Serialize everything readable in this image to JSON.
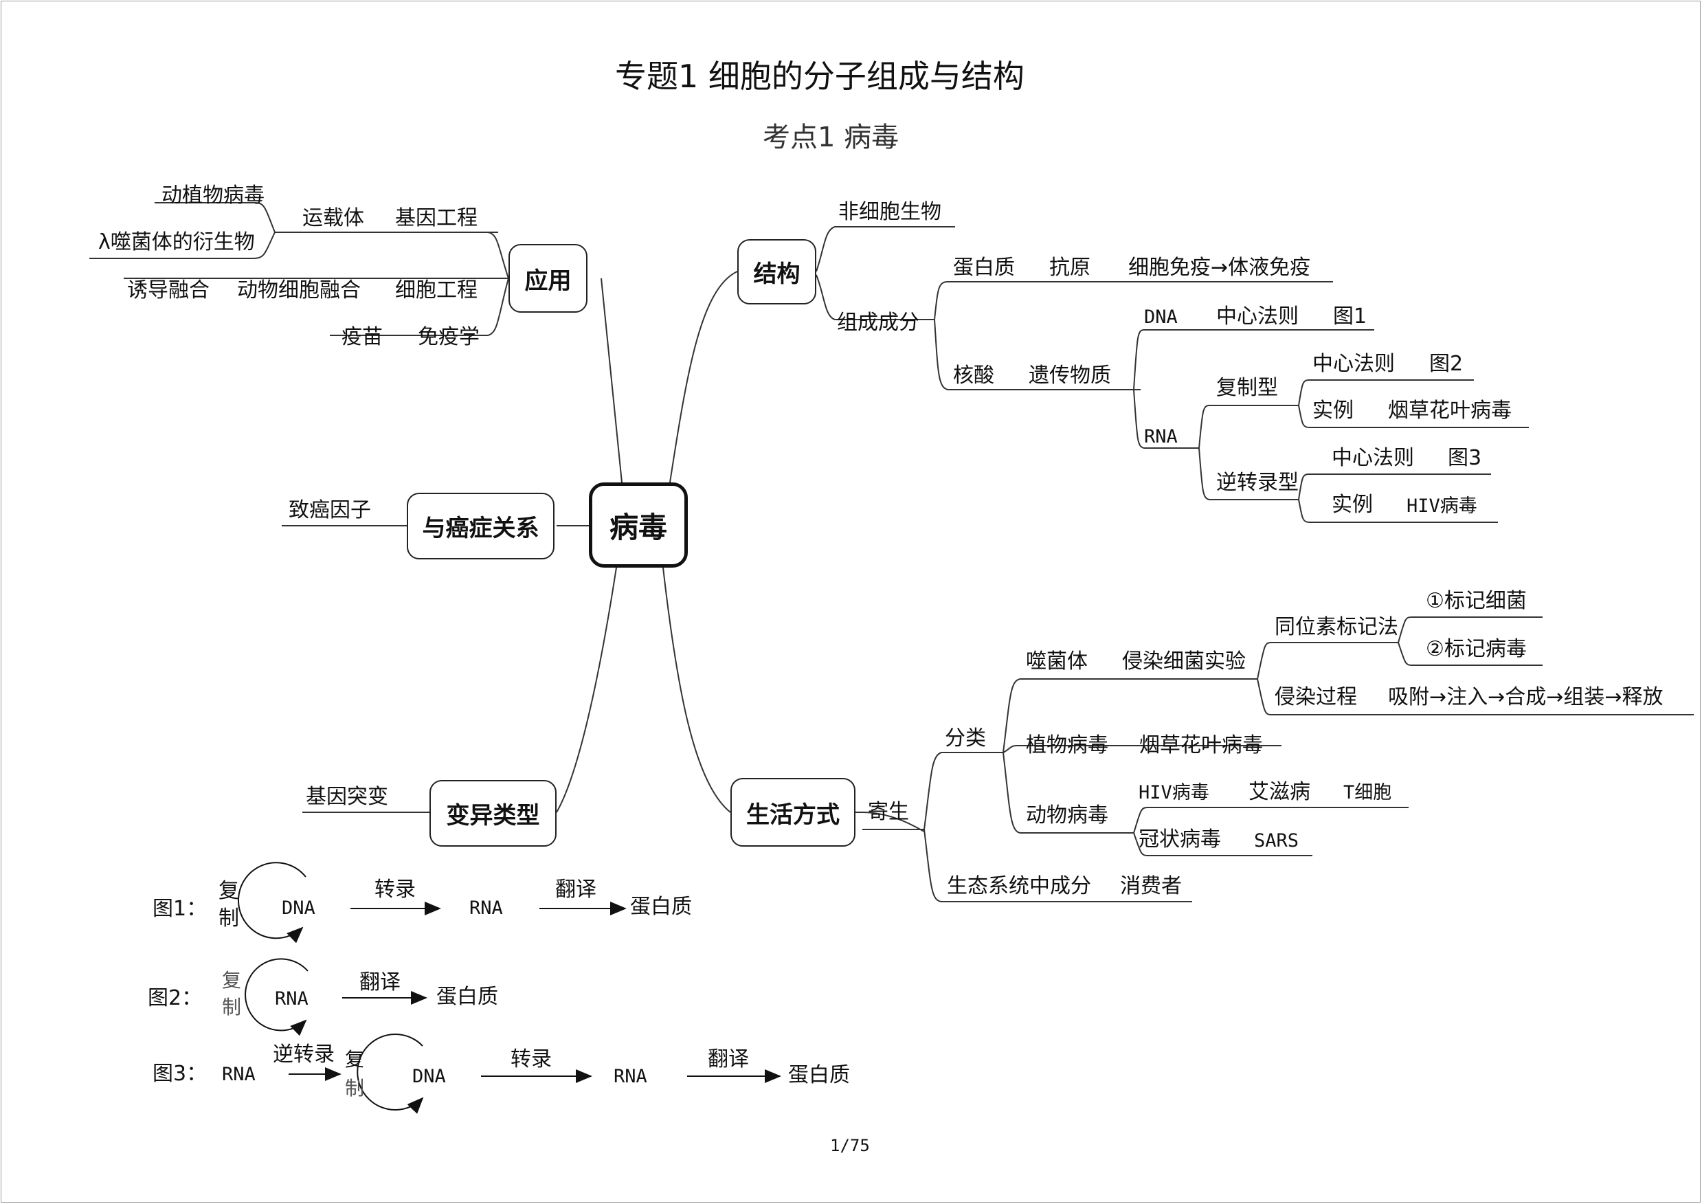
{
  "title": "专题1 细胞的分子组成与结构",
  "subtitle": "考点1 病毒",
  "center": "病毒",
  "branches": {
    "jiegou": "结构",
    "yingyong": "应用",
    "aizheng": "与癌症关系",
    "bianyi": "变异类型",
    "shenghuo": "生活方式"
  },
  "jiegou": {
    "feixibao": "非细胞生物",
    "zucheng": "组成成分",
    "danbaizhi": "蛋白质",
    "kangyuan": "抗原",
    "mianyi": "细胞免疫→体液免疫",
    "hesuan": "核酸",
    "yichuan": "遗传物质",
    "dna": "DNA",
    "zhongxin1": "中心法则",
    "tu1": "图1",
    "rna": "RNA",
    "fuzhi": "复制型",
    "zhongxin2": "中心法则",
    "tu2": "图2",
    "shili1": "实例",
    "yancao1": "烟草花叶病毒",
    "nizhuan": "逆转录型",
    "zhongxin3": "中心法则",
    "tu3": "图3",
    "shili2": "实例",
    "hiv1": "HIV病毒"
  },
  "yingyong": {
    "dongzhiwu": "动植物病毒",
    "yunzaiti": "运载体",
    "jiyin": "基因工程",
    "lambda": "λ噬菌体的衍生物",
    "youdao": "诱导融合",
    "dongwu": "动物细胞融合",
    "xibao": "细胞工程",
    "yimiao": "疫苗",
    "mianyixue": "免疫学"
  },
  "aizheng": {
    "zhiai": "致癌因子"
  },
  "bianyi": {
    "tubian": "基因突变"
  },
  "shenghuo": {
    "jisheng": "寄生",
    "fenlei": "分类",
    "shijunti": "噬菌体",
    "qinran": "侵染细菌实验",
    "tongwei": "同位素标记法",
    "biaoji1": "①标记细菌",
    "biaoji2": "②标记病毒",
    "guocheng": "侵染过程",
    "buzhou": "吸附→注入→合成→组装→释放",
    "zhiwubd": "植物病毒",
    "yancao2": "烟草花叶病毒",
    "dongwubd": "动物病毒",
    "hiv2": "HIV病毒",
    "aizibing": "艾滋病",
    "txibao": "T细胞",
    "guanzhuang": "冠状病毒",
    "sars": "SARS",
    "shengtai": "生态系统中成分",
    "xiaofei": "消费者"
  },
  "figures": {
    "f1": {
      "label": "图1：",
      "fu": "复",
      "zhi": "制",
      "a": "DNA",
      "arrow1": "转录",
      "b": "RNA",
      "arrow2": "翻译",
      "c": "蛋白质"
    },
    "f2": {
      "label": "图2：",
      "fu": "复",
      "zhi": "制",
      "a": "RNA",
      "arrow1": "翻译",
      "b": "蛋白质"
    },
    "f3": {
      "label": "图3：",
      "start": "RNA",
      "arrow0": "逆转录",
      "fu": "复",
      "zhi": "制",
      "a": "DNA",
      "arrow1": "转录",
      "b": "RNA",
      "arrow2": "翻译",
      "c": "蛋白质"
    }
  },
  "page_number": "1/75"
}
